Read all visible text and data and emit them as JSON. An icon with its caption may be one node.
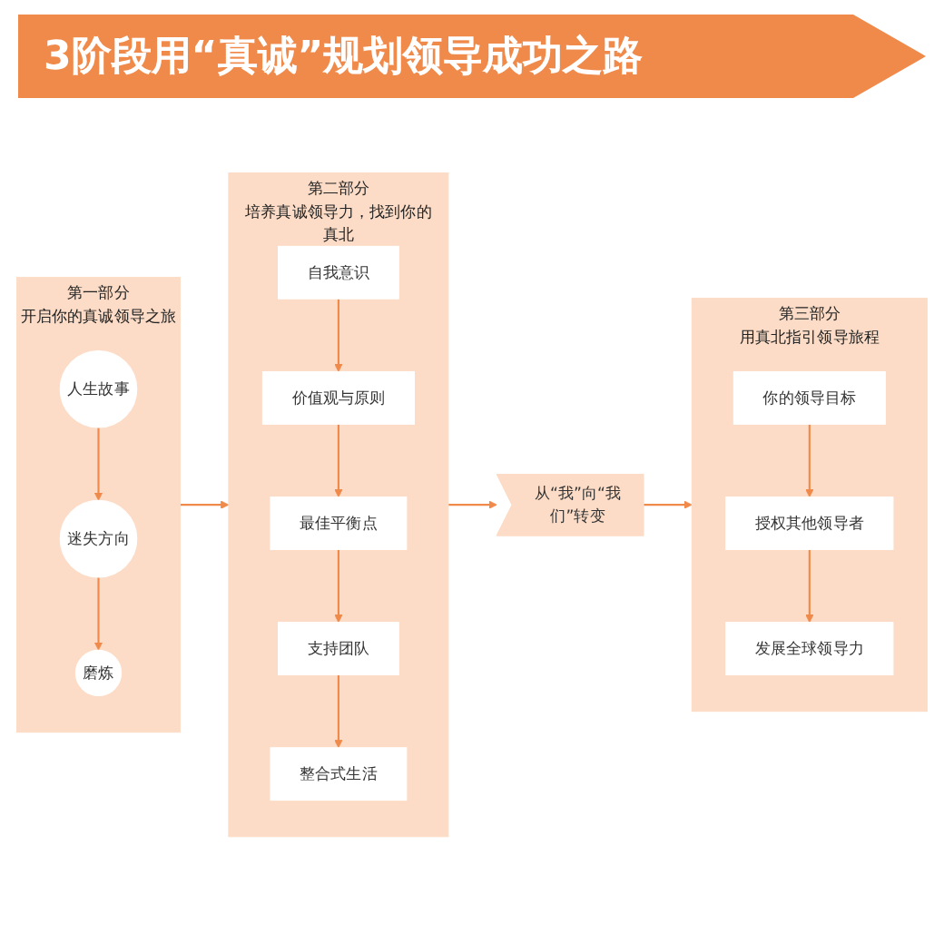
{
  "diagram": {
    "title": "3阶段用“真诚”规划领导成功之路",
    "nodes": [
      {
        "text": [
          "第一部分",
          "开启你的真诚领导之旅"
        ]
      },
      {
        "text": [
          "人生故事"
        ],
        "in": 0
      },
      {
        "text": [
          "迷失方向"
        ],
        "in": 0
      },
      {
        "text": [
          "磨炼"
        ],
        "in": 0
      },
      {
        "text": [
          "第二部分",
          "培养真诚领导力，找到你的真北"
        ]
      },
      {
        "text": [
          "自我意识"
        ],
        "in": 4
      },
      {
        "text": [
          "价值观与原则"
        ],
        "in": 4
      },
      {
        "text": [
          "最佳平衡点"
        ],
        "in": 4
      },
      {
        "text": [
          "支持团队"
        ],
        "in": 4
      },
      {
        "text": [
          "整合式生活"
        ],
        "in": 4
      },
      {
        "text": [
          "从“我”向“我们”转变"
        ]
      },
      {
        "text": [
          "第三部分",
          "用真北指引领导旅程"
        ]
      },
      {
        "text": [
          "你的领导目标"
        ],
        "in": 11
      },
      {
        "text": [
          "授权其他领导者"
        ],
        "in": 11
      },
      {
        "text": [
          "发展全球领导力"
        ],
        "in": 11
      }
    ],
    "edges": [
      {
        "from": 1,
        "to": 2,
        "arrow": "to"
      },
      {
        "from": 2,
        "to": 3,
        "arrow": "to"
      },
      {
        "from": 0,
        "to": 4,
        "arrow": "to"
      },
      {
        "from": 5,
        "to": 6,
        "arrow": "to"
      },
      {
        "from": 6,
        "to": 7,
        "arrow": "to"
      },
      {
        "from": 7,
        "to": 8,
        "arrow": "to"
      },
      {
        "from": 8,
        "to": 9,
        "arrow": "to"
      },
      {
        "from": 4,
        "to": 10,
        "arrow": "to"
      },
      {
        "from": 10,
        "to": 11,
        "arrow": "to"
      },
      {
        "from": 12,
        "to": 13,
        "arrow": "to"
      },
      {
        "from": 13,
        "to": 14,
        "arrow": "to"
      }
    ]
  }
}
